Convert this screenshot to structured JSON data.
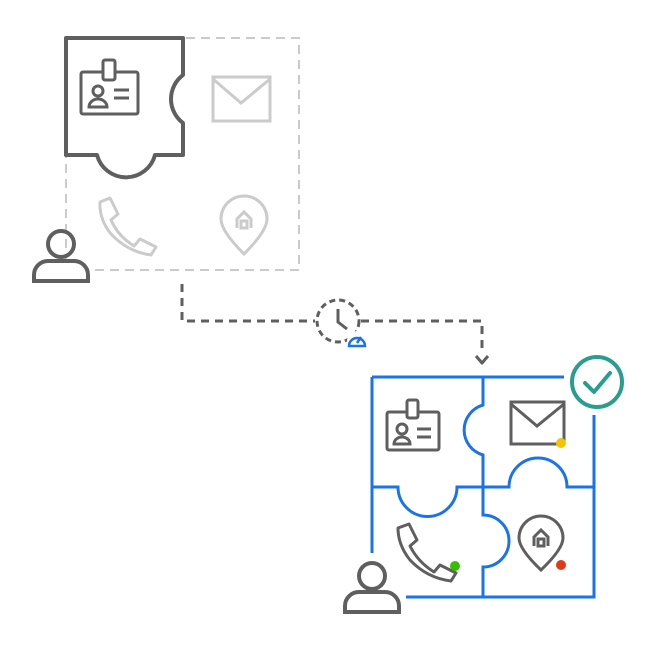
{
  "colors": {
    "dark": "#5f5f5f",
    "faded": "#cbcbcb",
    "blue": "#1a73e8",
    "teal": "#2a9d8f",
    "status_yellow": "#f5c400",
    "status_green": "#34c000",
    "status_red": "#e03a1a",
    "background": "#ffffff"
  },
  "icons": {
    "before_profile": [
      "id-badge-icon",
      "mail-icon",
      "phone-icon",
      "location-pin-icon",
      "user-icon"
    ],
    "transition": [
      "clock-icon",
      "speedometer-icon",
      "arrow-down-icon"
    ],
    "after_profile": [
      "id-badge-icon",
      "mail-icon",
      "phone-icon",
      "location-pin-icon",
      "user-icon",
      "checkmark-icon"
    ]
  },
  "status_dots": {
    "mail": "yellow",
    "phone": "green",
    "location": "red"
  }
}
